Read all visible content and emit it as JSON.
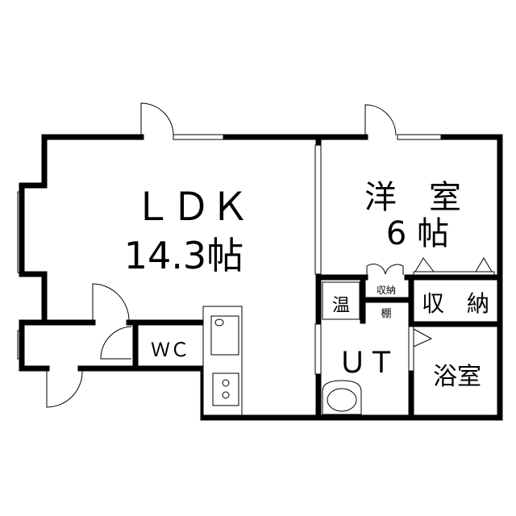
{
  "rooms": {
    "ldk": {
      "name": "ＬＤＫ",
      "size": "14.3帖"
    },
    "western": {
      "name": "洋　室",
      "size": "6 帖"
    },
    "water_heater": "温",
    "small_storage": "収納",
    "shelf": "棚",
    "storage": "収　納",
    "utility": "ＵＴ",
    "bath": "浴室",
    "toilet": "ＷＣ"
  },
  "colors": {
    "wall": "#000000",
    "background": "#ffffff"
  }
}
